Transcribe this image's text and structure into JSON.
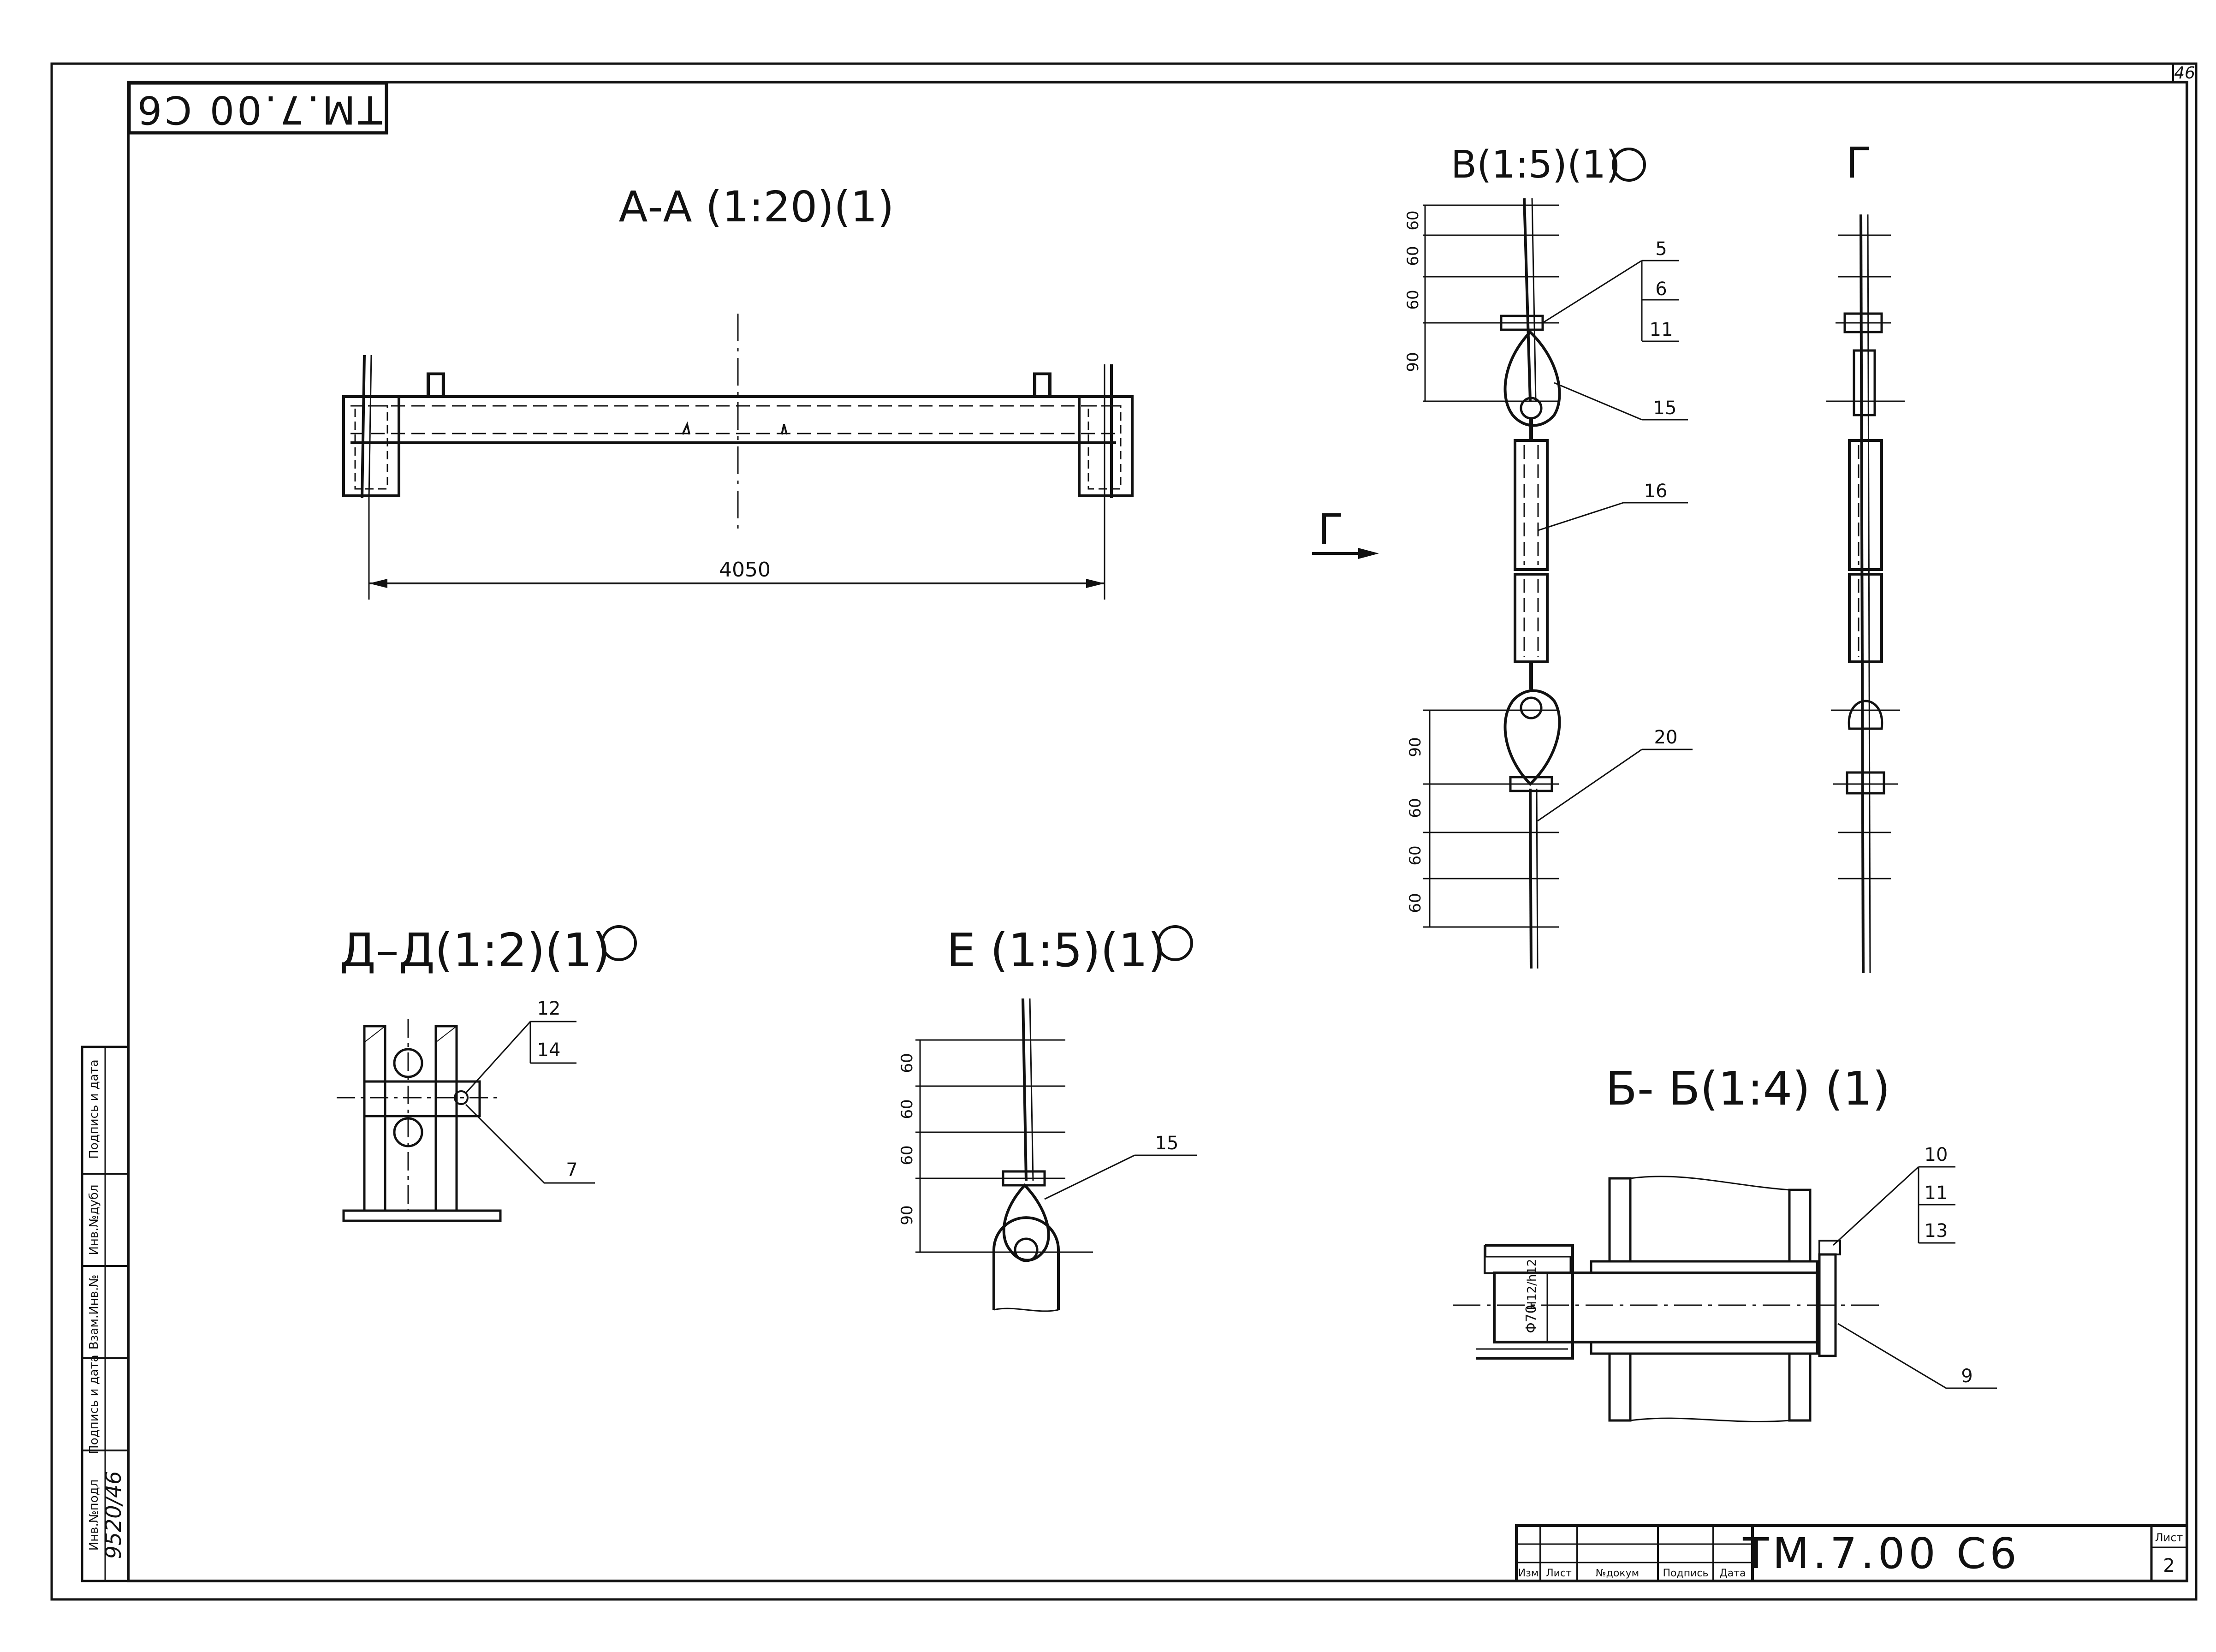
{
  "sheet_number_corner": "46",
  "stamp_mirrored": "ТМ.7.00 С6",
  "sections": {
    "aa": {
      "title": "А-А (1:20)(1)",
      "dimension": "4050",
      "mark": "П"
    },
    "vv": {
      "title": "В(1:5)(1)",
      "dims_top": [
        "60",
        "60",
        "60",
        "90"
      ],
      "dims_bottom": [
        "90",
        "60",
        "60",
        "60"
      ],
      "callouts": [
        "5",
        "6",
        "11",
        "15",
        "16",
        "20"
      ]
    },
    "g": {
      "title": "Г",
      "arrow_label": "Г"
    },
    "dd": {
      "title": "Д–Д(1:2)(1)",
      "callouts": [
        "12",
        "14",
        "7"
      ]
    },
    "ee": {
      "title": "Е (1:5)(1)",
      "dims": [
        "60",
        "60",
        "60",
        "90"
      ],
      "callouts": [
        "15"
      ]
    },
    "bb": {
      "title": "Б- Б(1:4) (1)",
      "callouts": [
        "10",
        "11",
        "13",
        "9"
      ],
      "diameter": "Φ70",
      "fit": "H12/h12"
    }
  },
  "left_strip": {
    "labels": [
      "Инв.№подл",
      "Подпись и дата",
      "Взам.Инв.№",
      "Инв.№дубл",
      "Подпись и дата"
    ],
    "inv_value": "9520/46"
  },
  "title_block": {
    "headers": [
      "Изм",
      "Лист",
      "№докум",
      "Подпись",
      "Дата"
    ],
    "code": "ТМ.7.00 С6",
    "sheet_label": "Лист",
    "sheet_value": "2"
  }
}
